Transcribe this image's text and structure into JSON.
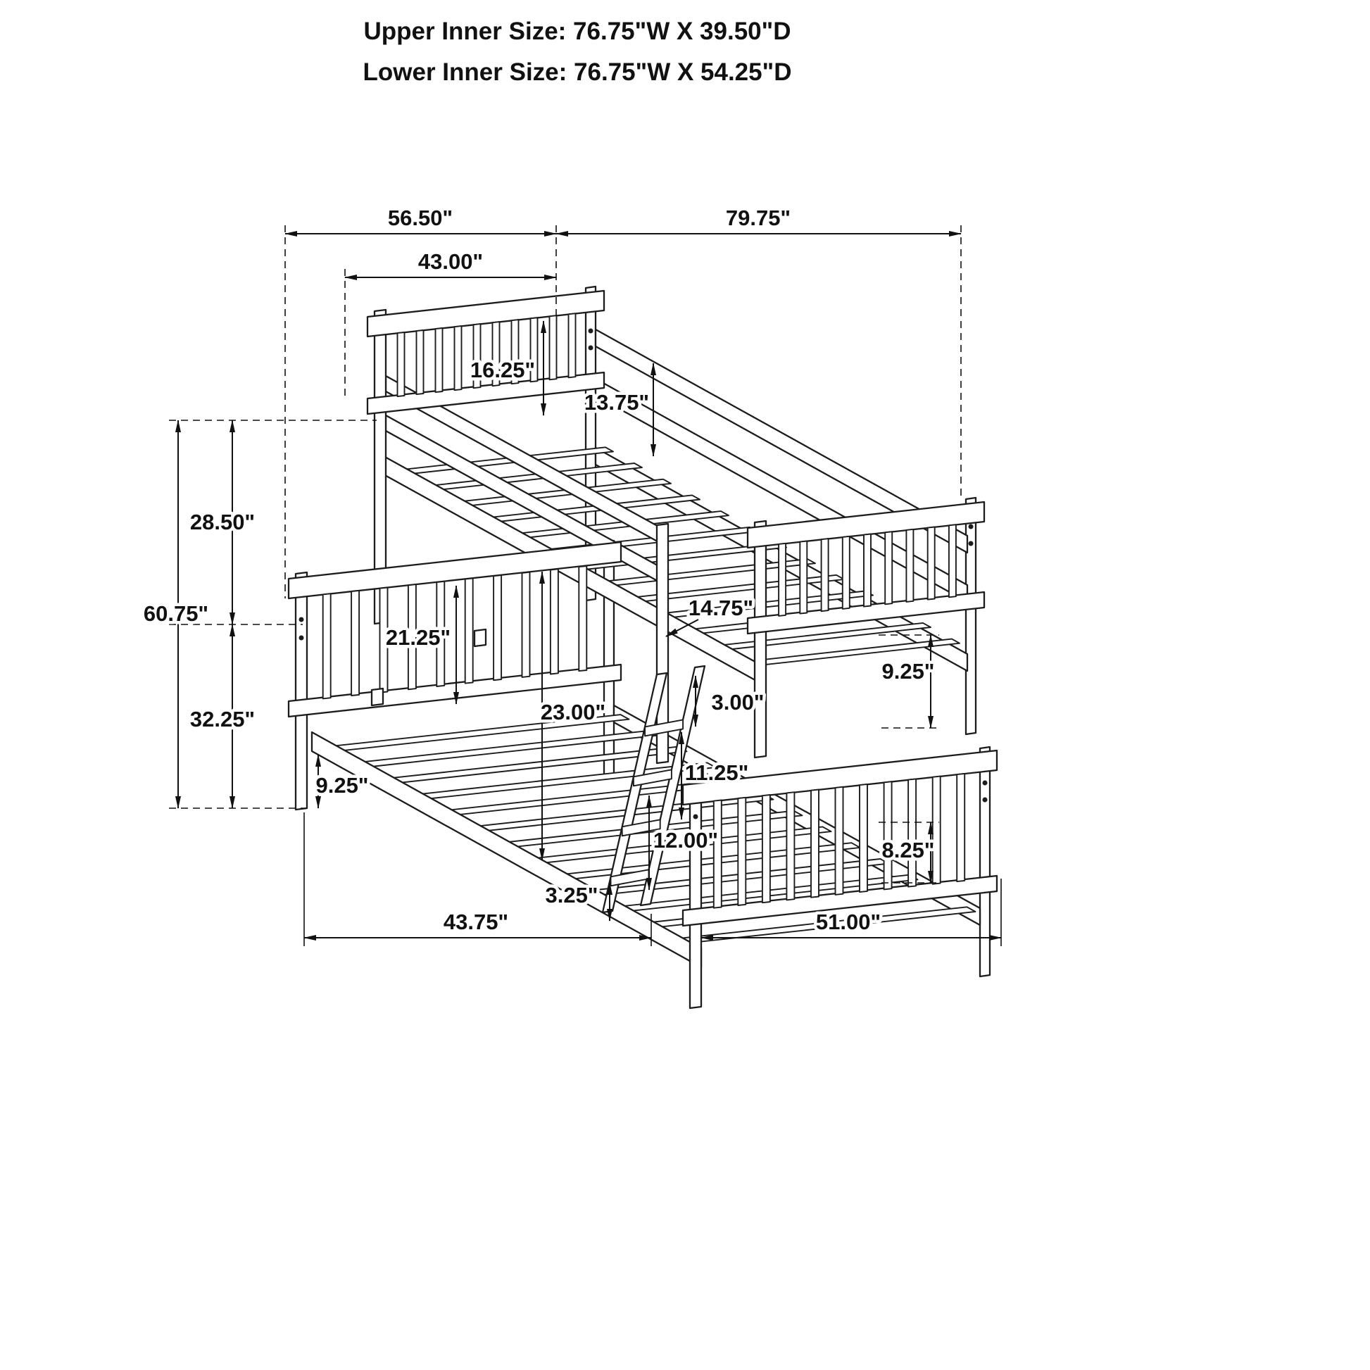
{
  "title": {
    "line1": "Upper Inner Size: 76.75\"W X 39.50\"D",
    "line2": "Lower Inner Size: 76.75\"W X 54.25\"D"
  },
  "dimensions": {
    "top_span_left": "56.50\"",
    "top_span_right": "79.75\"",
    "upper_bed_depth": "43.00\"",
    "headboard_gap": "16.25\"",
    "upper_rail_height": "13.75\"",
    "upper_section_height": "28.50\"",
    "overall_height": "60.75\"",
    "lower_section_height": "32.25\"",
    "lower_headboard_panel": "21.25\"",
    "bunk_clearance": "23.00\"",
    "upper_footboard_height": "14.75\"",
    "rail_gap": "3.00\"",
    "footboard_upper_panel": "9.25\"",
    "ladder_spacing_upper": "11.25\"",
    "ladder_spacing_lower": "12.00\"",
    "frame_floor_clearance": "9.25\"",
    "ladder_floor_gap": "3.25\"",
    "footboard_lower_panel": "8.25\"",
    "bottom_span_left": "43.75\"",
    "bottom_span_right": "51.00\""
  },
  "colors": {
    "ink": "#1a1a1a",
    "background": "#ffffff"
  }
}
